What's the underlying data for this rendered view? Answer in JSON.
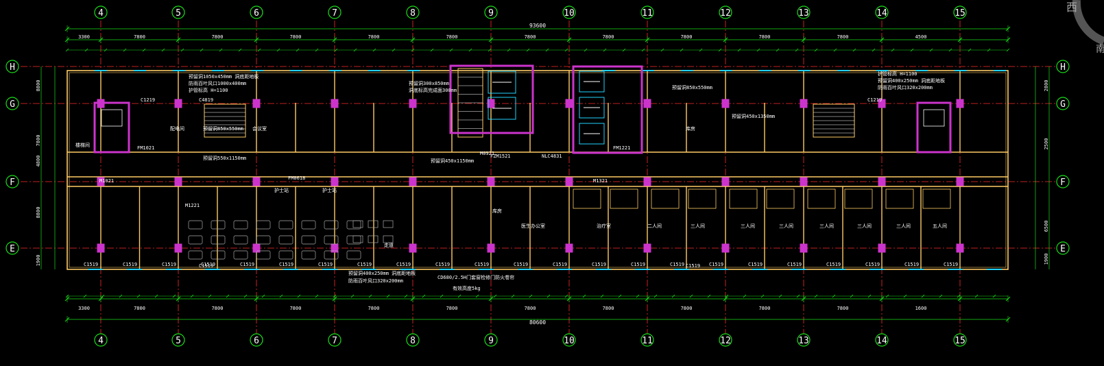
{
  "top_overlay_char": "西",
  "top_overlay_char2": "南",
  "overall_top": "93600",
  "overall_bottom": "80600",
  "colors": {
    "background": "#000000",
    "axis_line": "#ff2a2a",
    "dim": "#19e019",
    "wall": "#ffcc66",
    "column": "#cc33cc",
    "shaft": "#cc33cc",
    "cyan": "#22d4ff",
    "text": "#ffffff",
    "note": "#ffff55"
  },
  "axes": [
    "4",
    "5",
    "6",
    "7",
    "8",
    "9",
    "10",
    "11",
    "12",
    "13",
    "14",
    "15"
  ],
  "rows": [
    "H",
    "G",
    "F",
    "E"
  ],
  "bay_top": [
    "3300",
    "7800",
    "7800",
    "7800",
    "7800",
    "7800",
    "7800",
    "7800",
    "7800",
    "7800",
    "7800",
    "4500"
  ],
  "bay_bottom": [
    "3300",
    "7800",
    "7800",
    "7800",
    "7800",
    "7800",
    "7800",
    "7800",
    "7800",
    "7800",
    "7800",
    "1600"
  ],
  "left_dims": [
    "8800",
    "7800",
    "4800",
    "8800",
    "1900"
  ],
  "right_dims": [
    "2800",
    "2500",
    "6500",
    "1900"
  ],
  "notes": [
    "预留洞1050x450mm 洞底距地板",
    "防雨百叶风口1000x400mm",
    "护管标高 H=1100",
    "预留洞300x850mm",
    "洞底标高完成面300mm",
    "预留洞850x550mm",
    "预留洞450x1350mm",
    "预留洞400x250mm 洞底距地板",
    "防雨百叶风口320x200mm",
    "护管标高 H=1100",
    "预留洞550x1150mm",
    "预留洞450x1150mm",
    "预留洞850x550mm",
    "预留洞400x250mm 洞底距地板",
    "防雨百叶风口320x200mm",
    "CD680/2.5H门套窗检修门防火卷帘",
    "有效高度5kg"
  ],
  "door_tags": [
    "C1219",
    "C4819",
    "M1021",
    "FM1021",
    "M1221",
    "FM0618",
    "M0921",
    "FM1221",
    "C1519",
    "M1321",
    "FZM1521",
    "NLC4831",
    "C1219",
    "C1519"
  ],
  "room_labels": [
    "楼梯间",
    "配电间",
    "会议室",
    "护士站",
    "走道",
    "库房",
    "二人间",
    "三人间",
    "三人间",
    "三人间",
    "三人间",
    "三人间",
    "三人间",
    "五人间",
    "护士站",
    "治疗室",
    "医生办公室",
    "库房"
  ]
}
